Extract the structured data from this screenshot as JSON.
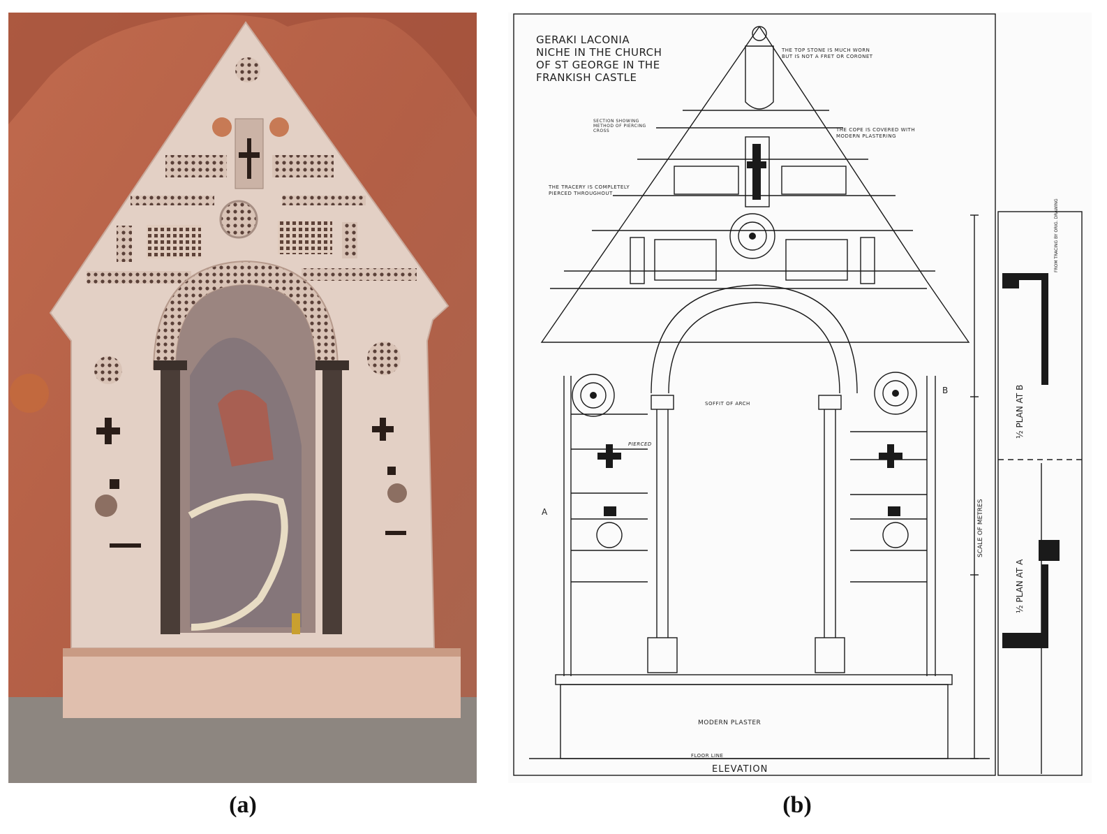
{
  "captions": {
    "a": "(a)",
    "b": "(b)"
  },
  "drawing": {
    "title_lines": [
      "GERAKI LACONIA",
      "NICHE IN THE CHURCH",
      "OF ST GEORGE IN THE",
      "FRANKISH CASTLE"
    ],
    "note_top_stone": [
      "THE TOP STONE IS MUCH WORN",
      "BUT IS NOT A FRET OR CORONET"
    ],
    "note_cope": [
      "THE COPE IS COVERED WITH",
      "MODERN PLASTERING"
    ],
    "note_tracery": [
      "THE TRACERY IS COMPLETELY",
      "PIERCED THROUGHOUT"
    ],
    "note_section": [
      "SECTION SHOWING",
      "METHOD OF PIERCING",
      "CROSS"
    ],
    "soffit_label": "SOFFIT OF ARCH",
    "pierced_label": "PIERCED",
    "marker_a": "A",
    "marker_b": "B",
    "modern_plaster": "MODERN PLASTER",
    "floor_line": "FLOOR LINE",
    "elevation": "ELEVATION",
    "scale_label": "SCALE OF METRES",
    "plan_b": "½ PLAN AT B",
    "plan_a": "½ PLAN AT A",
    "tracing_note": "FROM TRACING BY ORIG. DRAWING"
  },
  "colors": {
    "photo_wall": "#b96a4e",
    "photo_stone": "#e8d6cc",
    "ink": "#1a1a1a"
  }
}
